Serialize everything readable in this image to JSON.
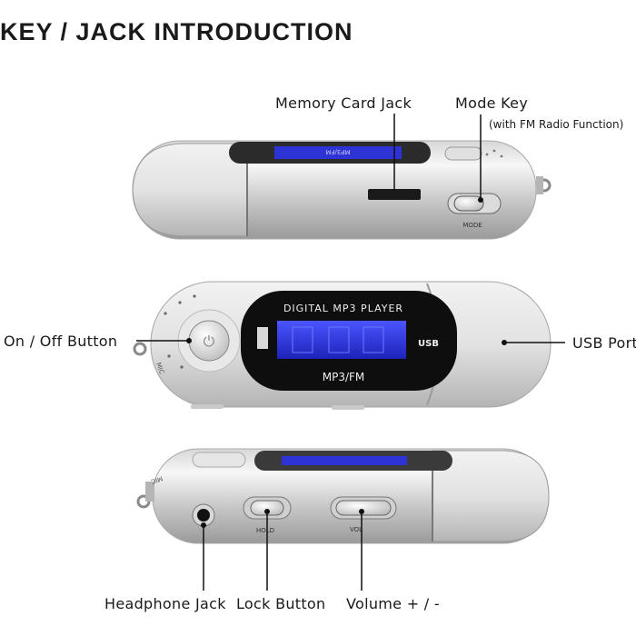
{
  "title": "KEY / JACK INTRODUCTION",
  "labels": {
    "memory_card_jack": "Memory Card Jack",
    "mode_key": "Mode Key",
    "mode_key_note": "(with FM Radio Function)",
    "on_off_button": "On / Off Button",
    "usb_port": "USB Port",
    "headphone_jack": "Headphone Jack",
    "lock_button": "Lock Button",
    "volume": "Volume + / -"
  },
  "device_text": {
    "brand": "DIGITAL MP3 PLAYER",
    "bottom": "MP3/FM",
    "usb": "USB",
    "mode": "MODE",
    "mic": "MIC",
    "hold": "HOLD",
    "vol": "VOL"
  },
  "colors": {
    "silver_light": "#eeeeee",
    "silver_dark": "#9c9c9c",
    "screen_blue": "#2a30d8",
    "bezel": "#111111"
  }
}
